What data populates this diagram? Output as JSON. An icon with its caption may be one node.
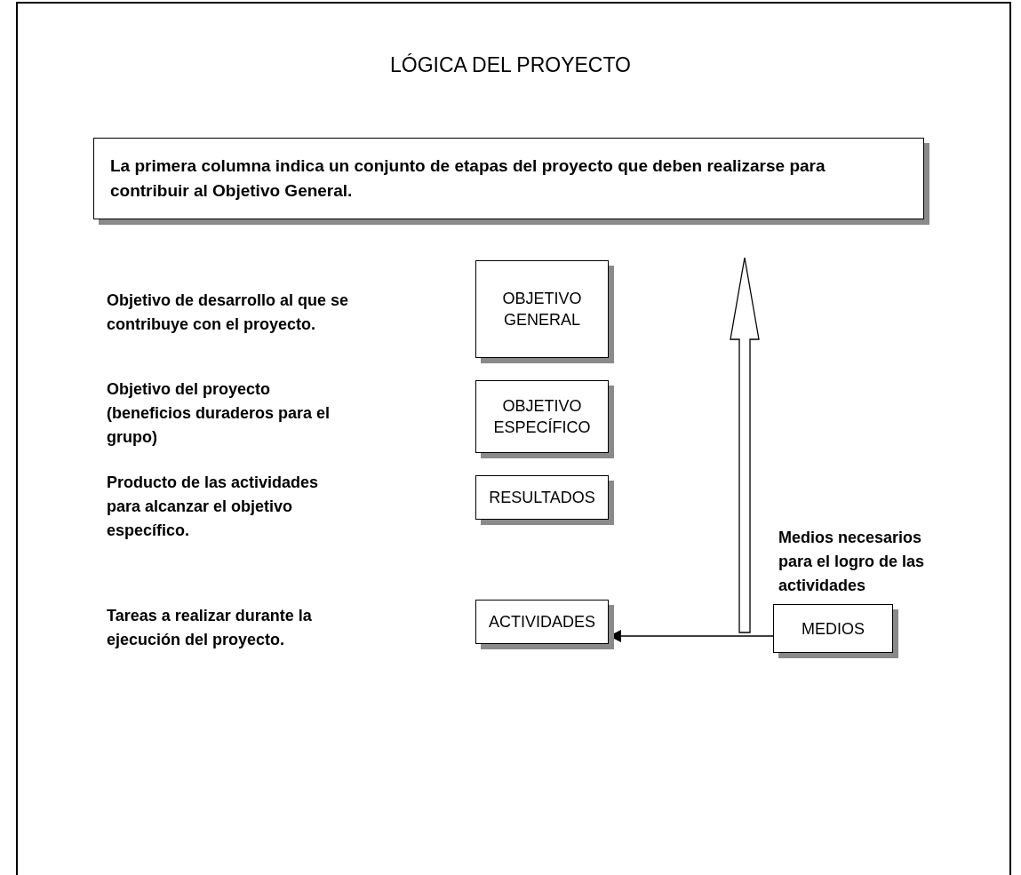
{
  "diagram": {
    "title": "LÓGICA DEL PROYECTO",
    "nodes": [
      {
        "text": [
          "La primera columna indica un conjunto de etapas del proyecto que deben realizarse para contribuir al Objetivo General."
        ]
      },
      {
        "text": [
          "OBJETIVO GENERAL"
        ]
      },
      {
        "text": [
          "OBJETIVO ESPECÍFICO"
        ]
      },
      {
        "text": [
          "RESULTADOS"
        ]
      },
      {
        "text": [
          "ACTIVIDADES"
        ]
      },
      {
        "text": [
          "MEDIOS"
        ],
        "beside": [
          "Medios necesarios para el logro de las actividades"
        ]
      }
    ],
    "edges": [
      {
        "from": 5,
        "to": 4,
        "arrow": "to"
      }
    ],
    "labels": [
      "Objetivo de desarrollo al que se contribuye con el proyecto.",
      "Objetivo del proyecto (beneficios duraderos para el grupo)",
      "Producto de las actividades para alcanzar el objetivo específico.",
      "Tareas a realizar durante la ejecución del proyecto."
    ]
  }
}
